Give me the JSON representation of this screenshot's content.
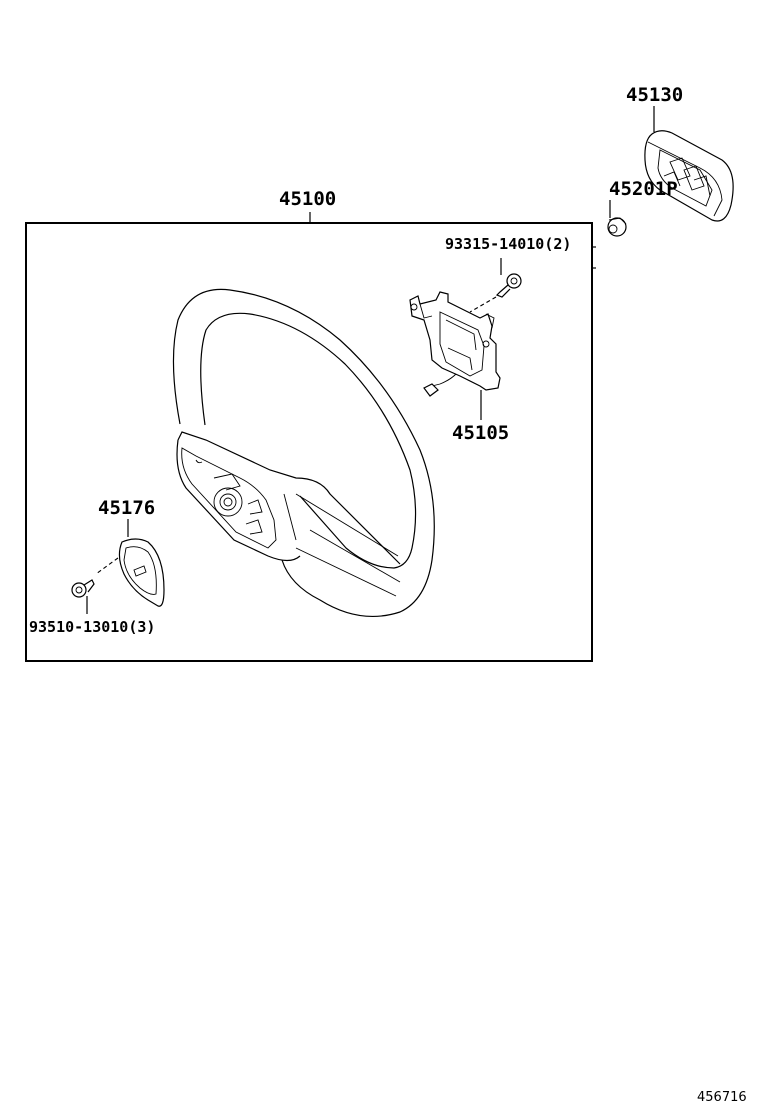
{
  "diagram": {
    "title_part": "45100",
    "colors": {
      "line": "#000000",
      "background": "#ffffff"
    },
    "parts": [
      {
        "id": "45130",
        "label": "45130",
        "description": "steering pad / horn button cover"
      },
      {
        "id": "45201P",
        "label": "45201P",
        "description": "nut"
      },
      {
        "id": "45100",
        "label": "45100",
        "description": "steering wheel assembly"
      },
      {
        "id": "93315-14010",
        "label": "93315-14010(2)",
        "description": "screw"
      },
      {
        "id": "45105",
        "label": "45105",
        "description": "horn bracket / contact plate"
      },
      {
        "id": "45176",
        "label": "45176",
        "description": "cover plate"
      },
      {
        "id": "93510-13010",
        "label": "93510-13010(3)",
        "description": "screw"
      }
    ],
    "figure_id": "456716"
  }
}
